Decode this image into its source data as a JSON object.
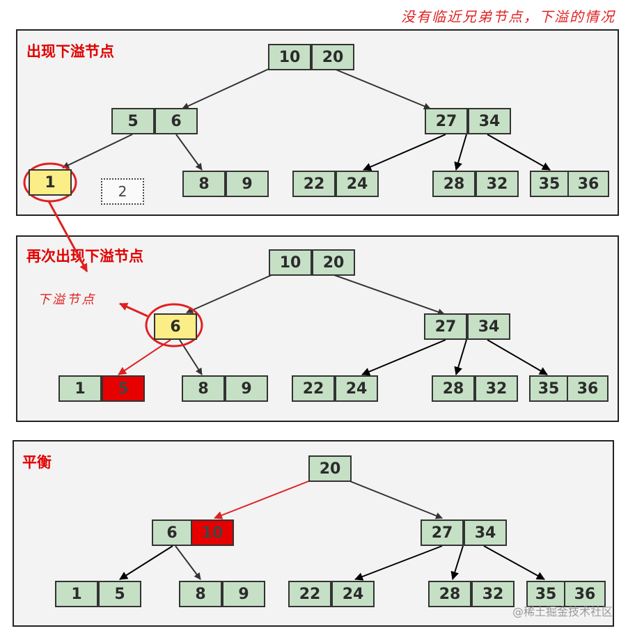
{
  "headline": "没有临近兄弟节点，下溢的情况",
  "watermark": "@稀土掘金技术社区",
  "colors": {
    "node": "#c6e0c6",
    "highlight": "#fbee86",
    "new_key": "#e60000",
    "annotation": "#e02020"
  },
  "panel1": {
    "title": "出现下溢节点",
    "root": [
      "10",
      "20"
    ],
    "left": [
      "5",
      "6"
    ],
    "right": [
      "27",
      "34"
    ],
    "underflow": "1",
    "missing": "2",
    "leaf_89": [
      "8",
      "9"
    ],
    "leaf_2224": [
      "22",
      "24"
    ],
    "leaf_2832": [
      "28",
      "32"
    ],
    "leaf_3536": [
      "35",
      "36"
    ]
  },
  "panel2": {
    "title": "再次出现下溢节点",
    "note": "下溢节点",
    "root": [
      "10",
      "20"
    ],
    "underflow": "6",
    "right": [
      "27",
      "34"
    ],
    "leaf_15": [
      "1",
      "5"
    ],
    "leaf_89": [
      "8",
      "9"
    ],
    "leaf_2224": [
      "22",
      "24"
    ],
    "leaf_2832": [
      "28",
      "32"
    ],
    "leaf_3536": [
      "35",
      "36"
    ]
  },
  "panel3": {
    "title": "平衡",
    "root": "20",
    "left": [
      "6",
      "10"
    ],
    "right": [
      "27",
      "34"
    ],
    "leaf_15": [
      "1",
      "5"
    ],
    "leaf_89": [
      "8",
      "9"
    ],
    "leaf_2224": [
      "22",
      "24"
    ],
    "leaf_2832": [
      "28",
      "32"
    ],
    "leaf_3536": [
      "35",
      "36"
    ]
  }
}
